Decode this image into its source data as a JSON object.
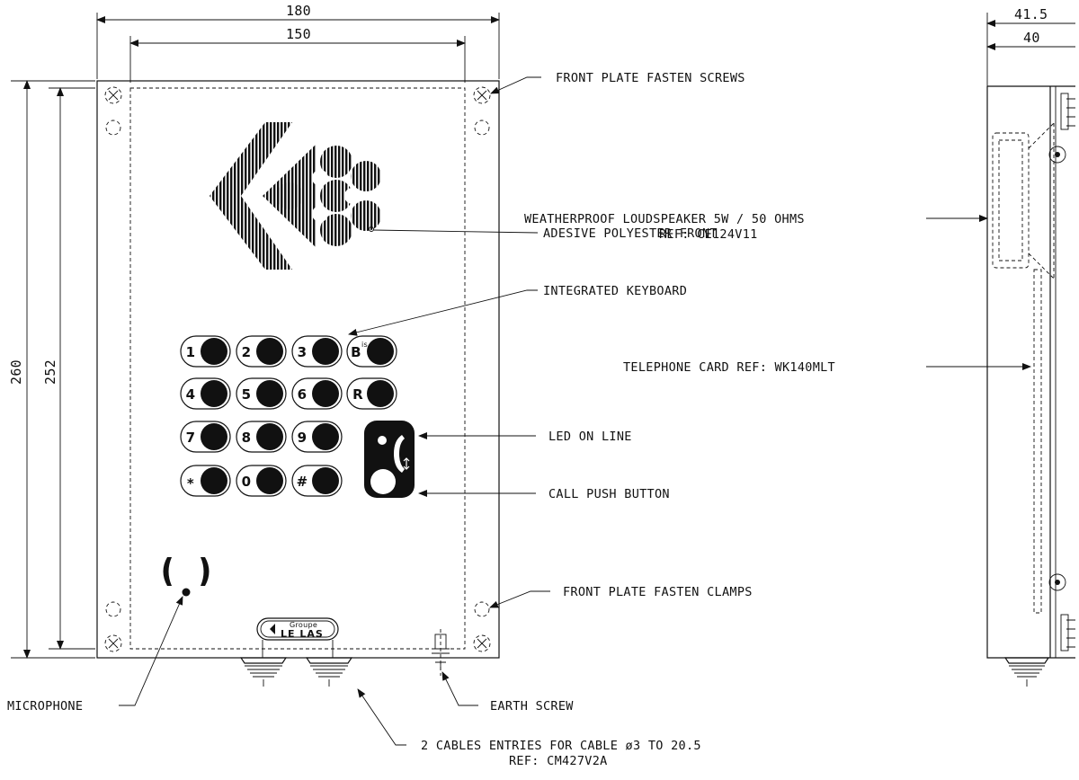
{
  "dimensions": {
    "front_width": "180",
    "front_inner_width": "150",
    "front_height": "260",
    "front_inner_height": "252",
    "side_depth": "41.5",
    "side_inner_depth": "40"
  },
  "callouts": {
    "front_plate_screws": "FRONT PLATE FASTEN SCREWS",
    "loudspeaker": "WEATHERPROOF LOUDSPEAKER 5W / 50 OHMS",
    "loudspeaker_ref": "REF: CE124V11",
    "polyester_front": "ADESIVE POLYESTER FRONT",
    "keyboard": "INTEGRATED KEYBOARD",
    "telephone_card": "TELEPHONE CARD REF: WK140MLT",
    "led": "LED ON LINE",
    "call_button": "CALL PUSH BUTTON",
    "fasten_clamps": "FRONT PLATE FASTEN CLAMPS",
    "microphone": "MICROPHONE",
    "earth_screw": "EARTH SCREW",
    "cable_entries": "2 CABLES ENTRIES FOR CABLE ø3 TO 20.5",
    "cable_entries_ref": "REF: CM427V2A"
  },
  "keypad": {
    "rows": [
      [
        "1",
        "2",
        "3",
        "B"
      ],
      [
        "4",
        "5",
        "6",
        "R"
      ],
      [
        "7",
        "8",
        "9"
      ],
      [
        "*",
        "0",
        "#"
      ]
    ],
    "bis_superscript": "is"
  },
  "badge": {
    "top": "Groupe",
    "bottom": "LE LAS"
  },
  "colors": {
    "line": "#111111",
    "background": "#ffffff"
  }
}
